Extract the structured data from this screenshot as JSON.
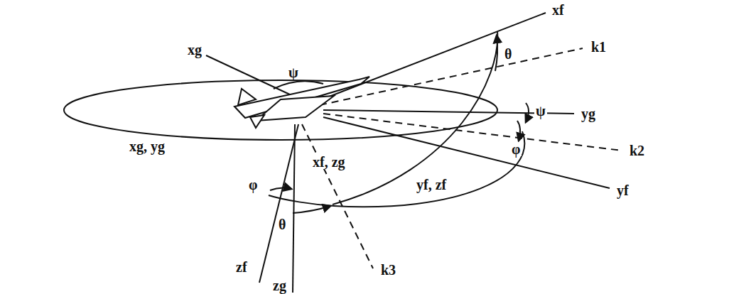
{
  "diagram": {
    "labels": [
      "xf",
      "θ",
      "xg",
      "ψ",
      "k1",
      "yg",
      "ψ",
      "k2",
      "φ",
      "yf",
      "xg, yg",
      "xf, zg",
      "yf, zf",
      "φ",
      "θ",
      "zf",
      "k3",
      "zg"
    ]
  }
}
